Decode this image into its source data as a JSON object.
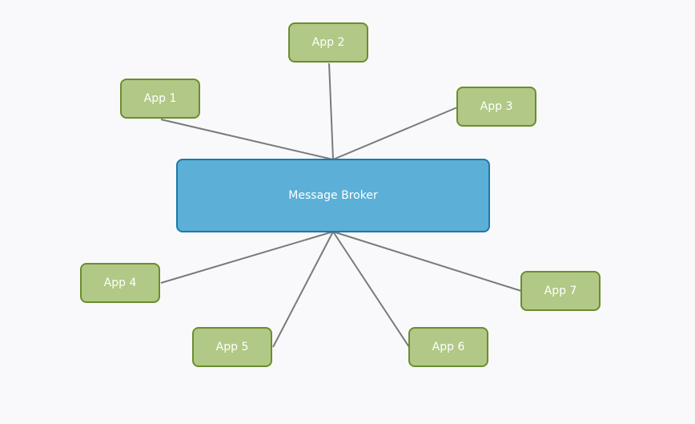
{
  "diagram": {
    "broker": {
      "label": "Message Broker",
      "fill": "#5cafd6",
      "stroke": "#1e7aa8"
    },
    "apps": [
      {
        "id": "app1",
        "label": "App 1"
      },
      {
        "id": "app2",
        "label": "App 2"
      },
      {
        "id": "app3",
        "label": "App 3"
      },
      {
        "id": "app4",
        "label": "App 4"
      },
      {
        "id": "app5",
        "label": "App 5"
      },
      {
        "id": "app6",
        "label": "App 6"
      },
      {
        "id": "app7",
        "label": "App 7"
      }
    ],
    "app_fill": "#b1c886",
    "app_stroke": "#6b8e2f",
    "link_color": "#7a7a7a"
  }
}
